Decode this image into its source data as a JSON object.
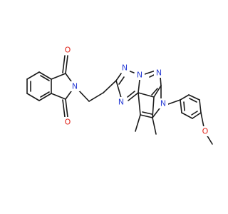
{
  "colors": {
    "bond": "#1a1a1a",
    "nitrogen": "#2b3fd6",
    "oxygen": "#e0241a",
    "background": "#ffffff"
  },
  "atom_labels": {
    "imide_o_top": "O",
    "imide_n": "N",
    "imide_o_bottom": "O",
    "triazole_n1": "N",
    "triazole_n2": "N",
    "triazole_n4": "N",
    "pyrimidine_n": "N",
    "pyrrole_n": "N",
    "methoxy_o": "O"
  }
}
